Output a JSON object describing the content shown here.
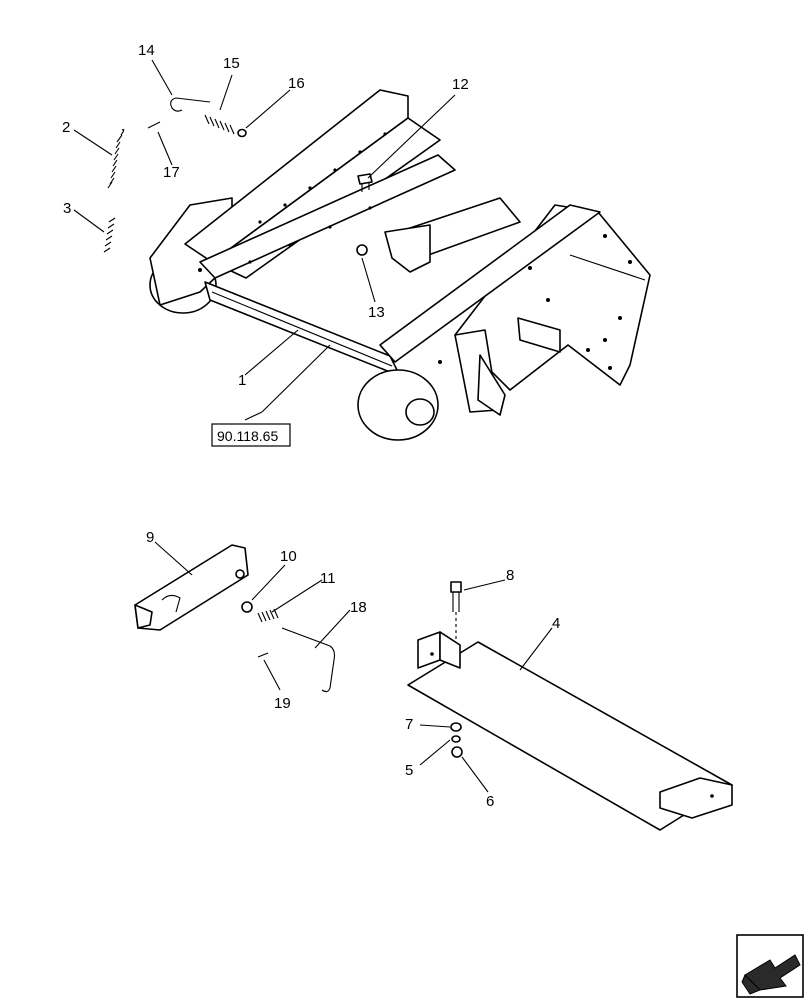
{
  "callouts": {
    "c1": "1",
    "c2": "2",
    "c3": "3",
    "c4": "4",
    "c5": "5",
    "c6": "6",
    "c7": "7",
    "c8": "8",
    "c9": "9",
    "c10": "10",
    "c11": "11",
    "c12": "12",
    "c13": "13",
    "c14": "14",
    "c15": "15",
    "c16": "16",
    "c17": "17",
    "c18": "18",
    "c19": "19"
  },
  "reference": {
    "label": "90.118.65"
  },
  "nav": {
    "icon": "next-page-arrow-icon"
  }
}
